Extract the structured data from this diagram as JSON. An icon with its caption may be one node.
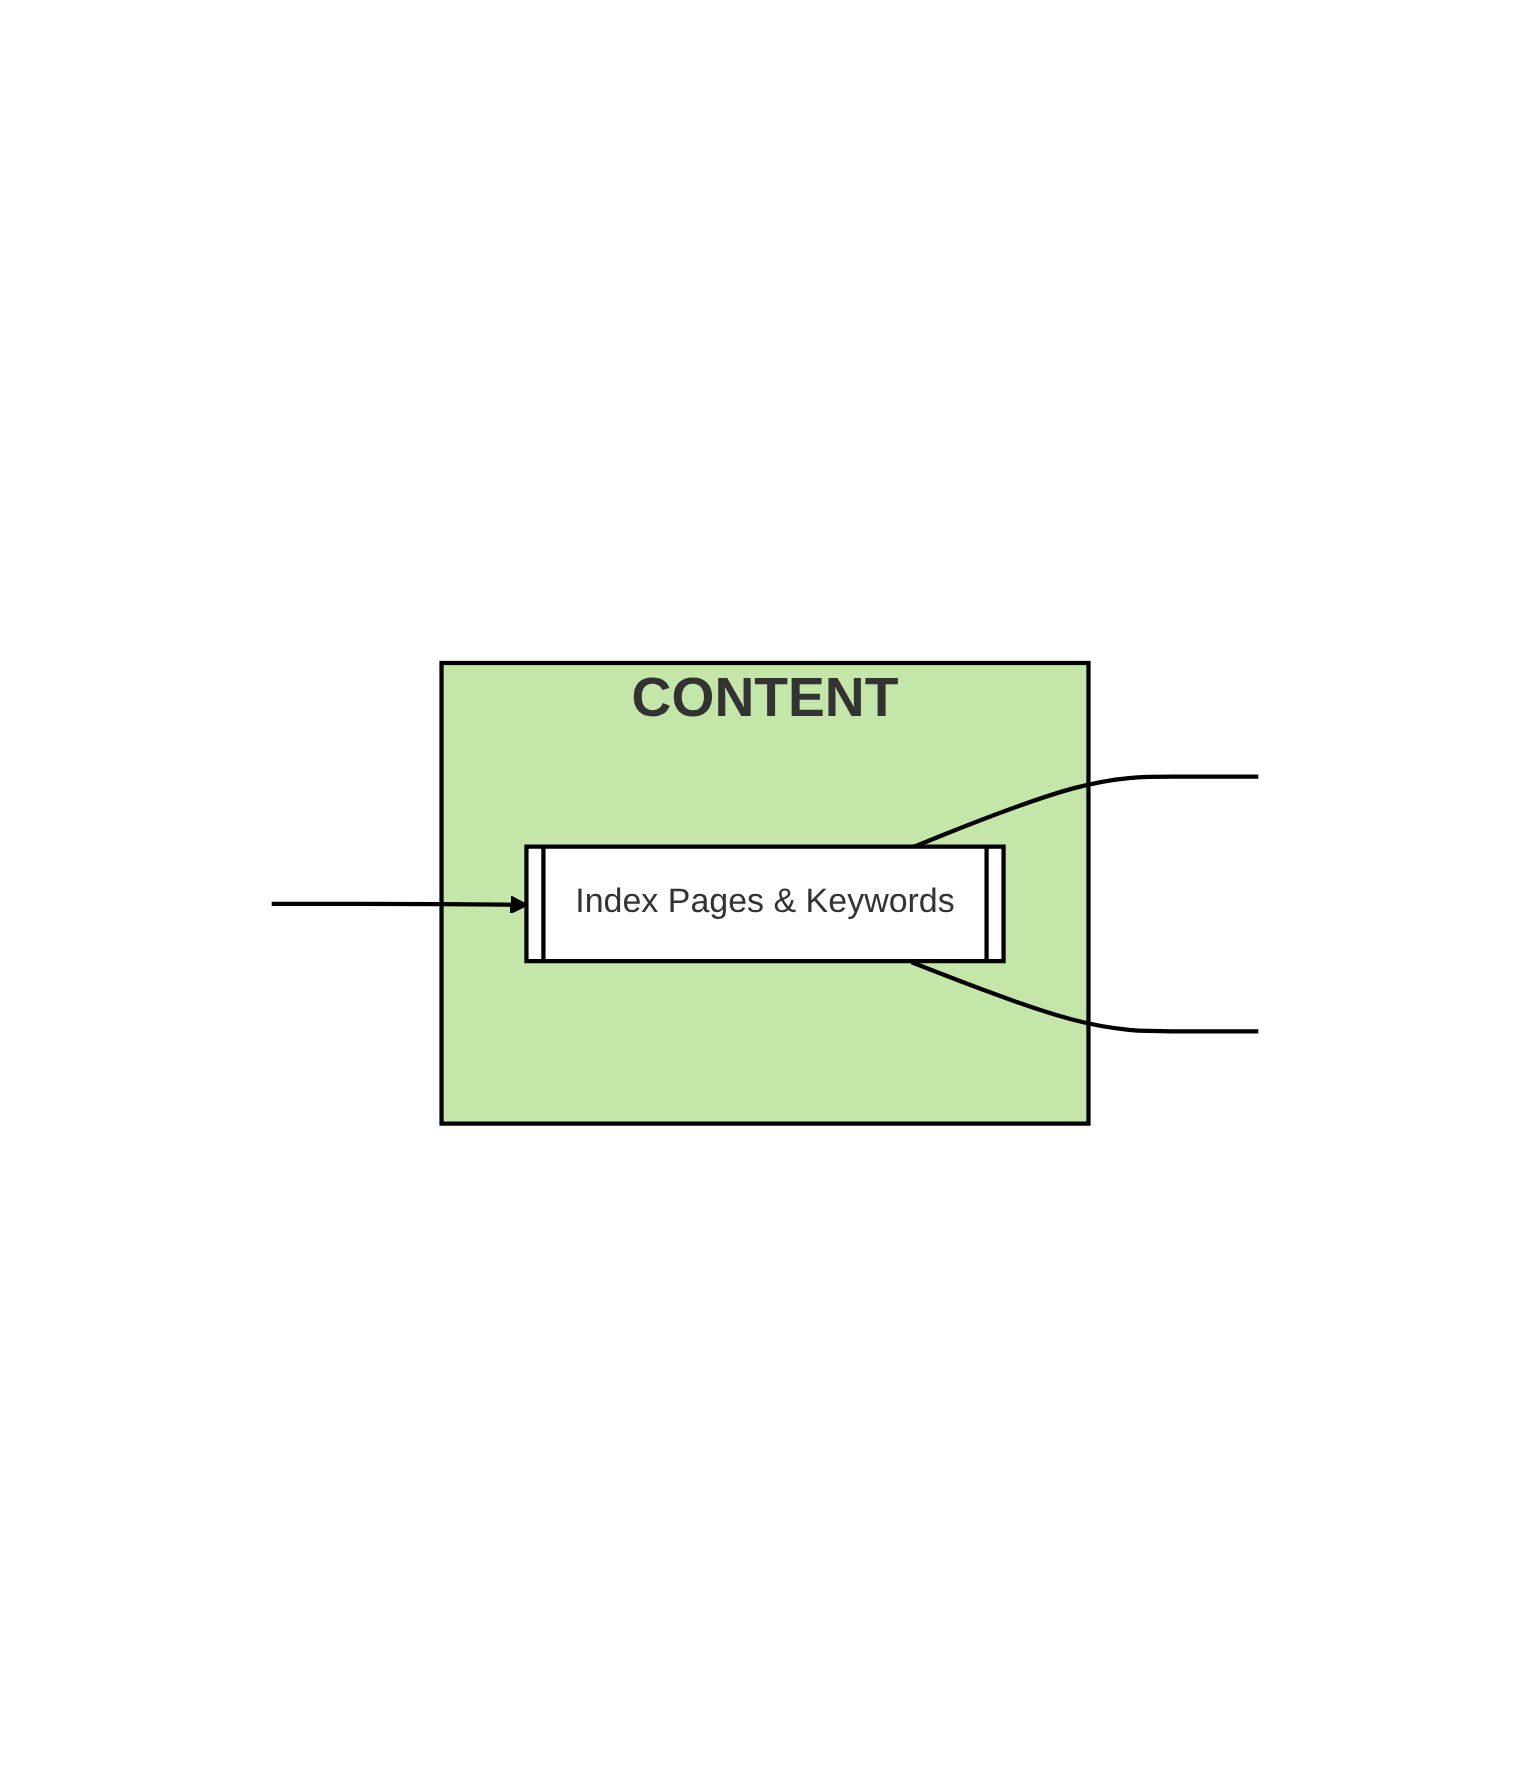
{
  "diagram": {
    "nodes": [
      {
        "text": [
          "CONTENT"
        ]
      },
      {
        "text": [
          "Index Pages & Keywords"
        ],
        "in": 0
      }
    ],
    "edges": [
      {
        "from": null,
        "to": 1,
        "arrow": "to"
      },
      {
        "from": 1,
        "to": null,
        "arrow": "none"
      },
      {
        "from": 1,
        "to": null,
        "arrow": "none"
      }
    ]
  }
}
